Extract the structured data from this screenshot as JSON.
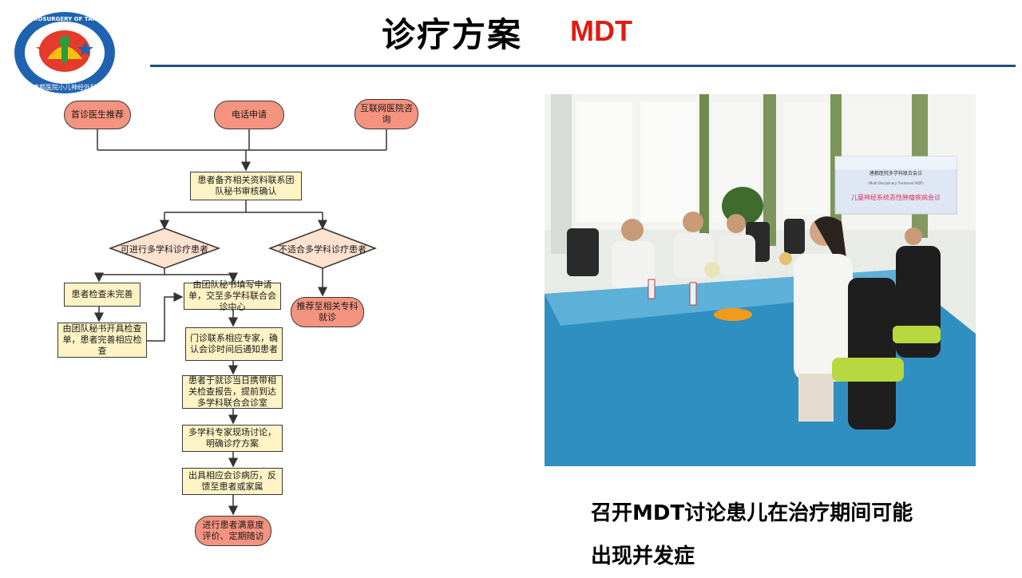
{
  "header": {
    "title": "诊疗方案",
    "subtitle": "MDT",
    "logo_text": "PEDIATRIC NEUROSURGERY OF TANGDU HOSPITAL",
    "logo_text_cn": "唐都医院小儿神经外科"
  },
  "flowchart": {
    "entry_nodes": [
      "首诊医生推荐",
      "电话申请",
      "互联网医院咨询"
    ],
    "review_node": "患者备齐相关资料联系团队秘书审核确认",
    "decision_yes": "可进行多学科诊疗患者",
    "decision_no": "不适合多学科诊疗患者",
    "referral_node": "推荐至相关专科就诊",
    "incomplete_node": "患者检查未完善",
    "exam_node": "由团队秘书开具检查单，患者完善相应检查",
    "application_node": "由团队秘书填写申请单，交至多学科联合会诊中心",
    "contact_node": "门诊联系相应专家，确认会诊时间后通知患者",
    "bring_node": "患者于就诊当日携带相关检查报告，提前到达多学科联合会诊室",
    "discussion_node": "多学科专家现场讨论，明确诊疗方案",
    "record_node": "出具相应会诊病历，反馈至患者或家属",
    "followup_node": "进行患者满意度评价、定期随访"
  },
  "photo": {
    "screen_line1": "唐都医院多学科联合会诊",
    "screen_line2": "(Multi Disciplinary Treatment MDT)",
    "screen_line3": "儿童神经系统恶性肿瘤疾病会诊"
  },
  "caption": {
    "line1": "召开MDT讨论患儿在治疗期间可能",
    "line2": "出现并发症"
  },
  "colors": {
    "title_accent": "#e11b12",
    "rule": "#1f4e79",
    "rounded_node": "#f4937f",
    "rect_node": "#fdf3c4",
    "diamond": "#fde2cf"
  }
}
